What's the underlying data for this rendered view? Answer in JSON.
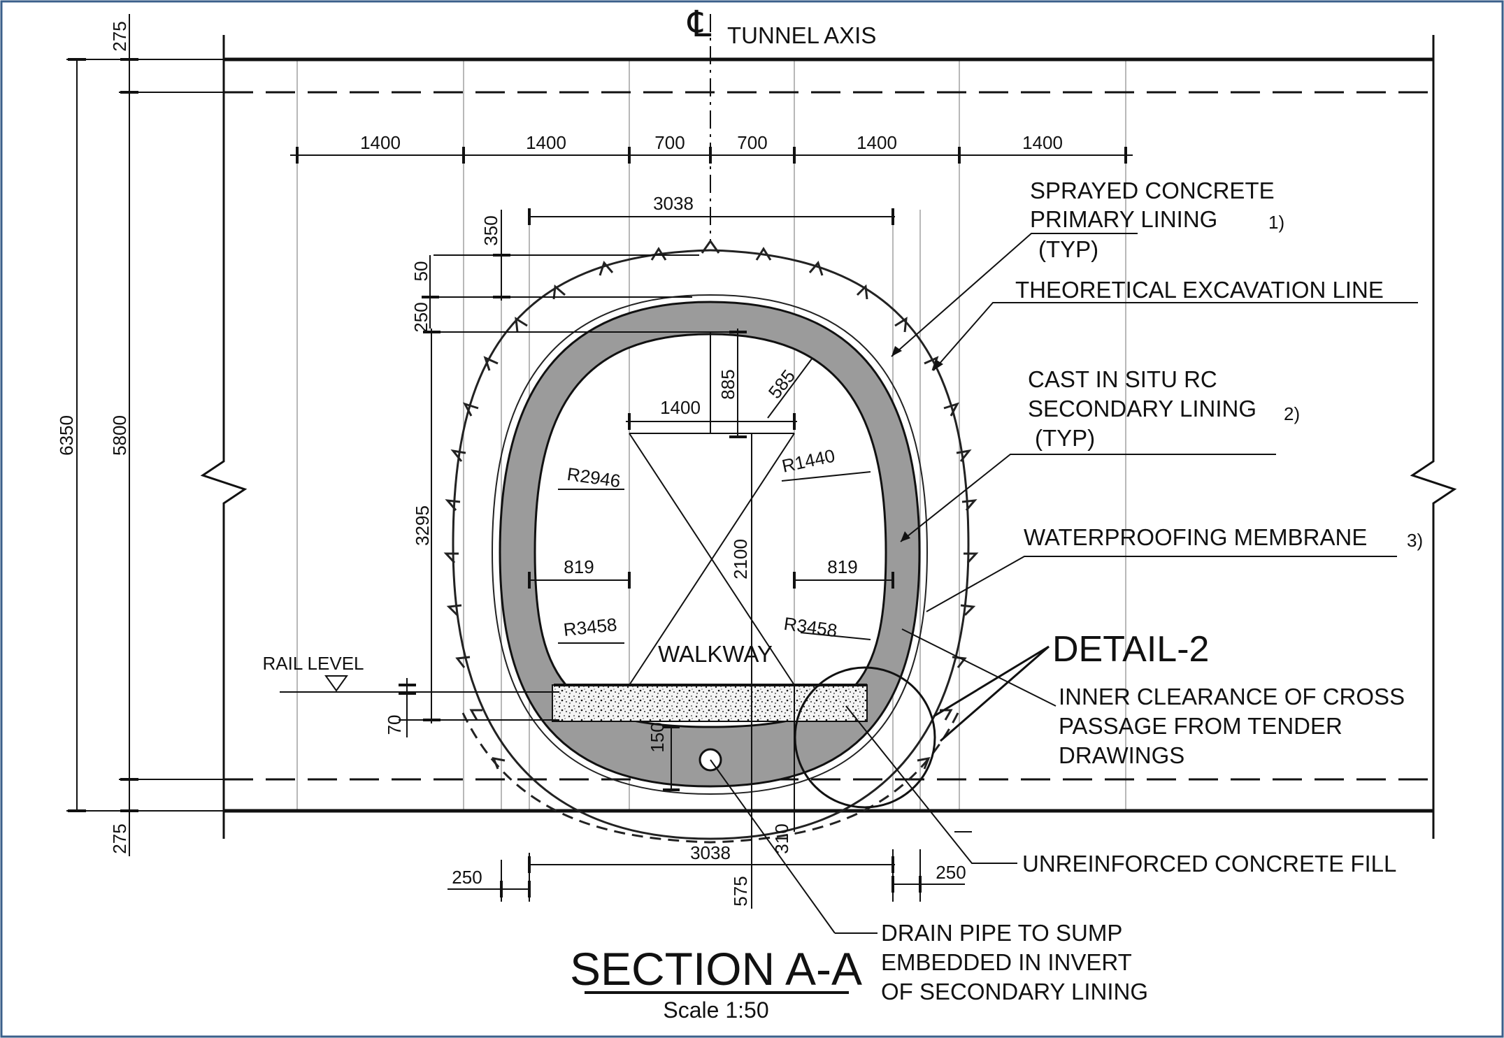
{
  "drawing": {
    "centerline_symbol": "℄",
    "axis_label": "TUNNEL AXIS",
    "title": "SECTION A-A",
    "scale": "Scale 1:50"
  },
  "dimensions": {
    "top_row": [
      "1400",
      "1400",
      "700",
      "700",
      "1400",
      "1400"
    ],
    "crown_width": "3038",
    "crown_offset": "350",
    "membrane_gap": "50",
    "lining_thickness": "250",
    "spring_height": "3295",
    "rail_offset": "70",
    "overall_height": "6350",
    "inner_height": "5800",
    "cover_top": "275",
    "cover_bottom": "275",
    "clear_width": "1400",
    "crown_rise": "885",
    "crown_arc": "585",
    "walk_height": "2100",
    "side_left": "819",
    "side_right": "819",
    "radius_crown_left": "R2946",
    "radius_crown_right": "R1440",
    "radius_side_left": "R3458",
    "radius_side_right": "R3458",
    "invert_depth": "150",
    "fill_310": "310",
    "invert_575": "575",
    "base_width": "3038",
    "base_left_250": "250",
    "base_right_250": "250"
  },
  "labels": {
    "walkway": "WALKWAY",
    "rail_level": "RAIL LEVEL",
    "detail": "DETAIL-2",
    "primary_1": "SPRAYED CONCRETE",
    "primary_2": "PRIMARY LINING",
    "primary_note": "1)",
    "primary_typ": "(TYP)",
    "excavation": "THEORETICAL EXCAVATION LINE",
    "secondary_1": "CAST IN SITU RC",
    "secondary_2": "SECONDARY LINING",
    "secondary_note": "2)",
    "secondary_typ": "(TYP)",
    "membrane": "WATERPROOFING MEMBRANE",
    "membrane_note": "3)",
    "clearance_1": "INNER CLEARANCE OF CROSS",
    "clearance_2": "PASSAGE FROM TENDER",
    "clearance_3": "DRAWINGS",
    "fill": "UNREINFORCED CONCRETE FILL",
    "drain_1": "DRAIN PIPE TO SUMP",
    "drain_2": "EMBEDDED IN INVERT",
    "drain_3": "OF SECONDARY LINING"
  }
}
